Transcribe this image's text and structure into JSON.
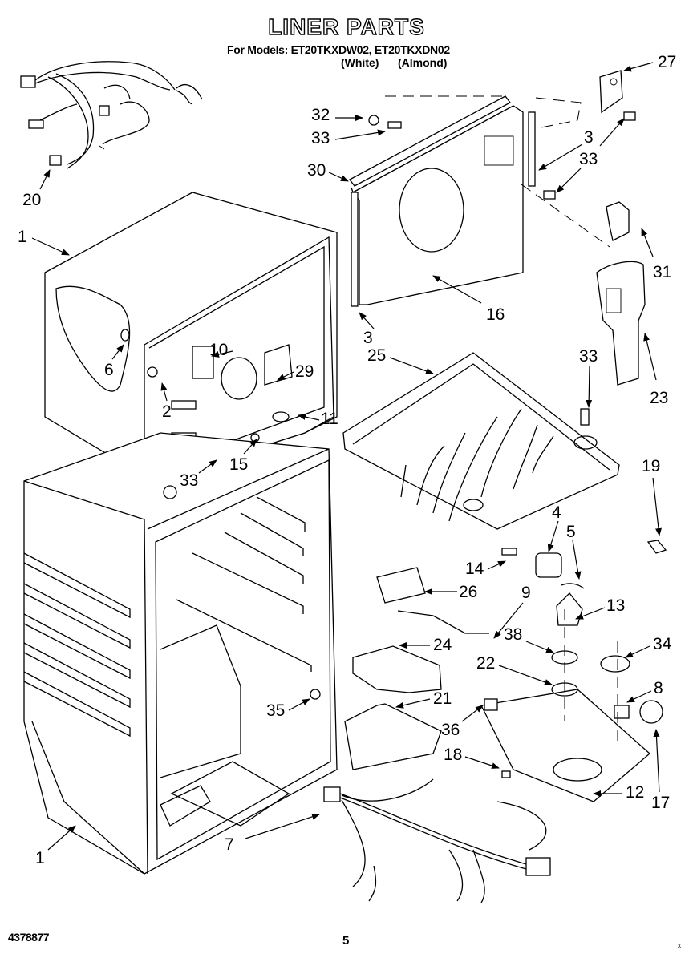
{
  "document": {
    "title": "LINER PARTS",
    "models_line": "For Models: ET20TKXDW02, ET20TKXDN02",
    "model_colors": [
      "(White)",
      "(Almond)"
    ],
    "footer_code": "4378877",
    "page_number": "5",
    "corner_mark": "x"
  },
  "callouts": [
    {
      "id": "c20",
      "label": "20"
    },
    {
      "id": "c32",
      "label": "32"
    },
    {
      "id": "c33a",
      "label": "33"
    },
    {
      "id": "c30",
      "label": "30"
    },
    {
      "id": "c27",
      "label": "27"
    },
    {
      "id": "c3a",
      "label": "3"
    },
    {
      "id": "c33b",
      "label": "33"
    },
    {
      "id": "c31",
      "label": "31"
    },
    {
      "id": "c1a",
      "label": "1"
    },
    {
      "id": "c16",
      "label": "16"
    },
    {
      "id": "c3b",
      "label": "3"
    },
    {
      "id": "c25",
      "label": "25"
    },
    {
      "id": "c23",
      "label": "23"
    },
    {
      "id": "c10",
      "label": "10"
    },
    {
      "id": "c6",
      "label": "6"
    },
    {
      "id": "c29",
      "label": "29"
    },
    {
      "id": "c33c",
      "label": "33"
    },
    {
      "id": "c2",
      "label": "2"
    },
    {
      "id": "c11",
      "label": "11"
    },
    {
      "id": "c15",
      "label": "15"
    },
    {
      "id": "c33d",
      "label": "33"
    },
    {
      "id": "c19",
      "label": "19"
    },
    {
      "id": "c4",
      "label": "4"
    },
    {
      "id": "c5",
      "label": "5"
    },
    {
      "id": "c14",
      "label": "14"
    },
    {
      "id": "c26",
      "label": "26"
    },
    {
      "id": "c9",
      "label": "9"
    },
    {
      "id": "c13",
      "label": "13"
    },
    {
      "id": "c38",
      "label": "38"
    },
    {
      "id": "c24",
      "label": "24"
    },
    {
      "id": "c34",
      "label": "34"
    },
    {
      "id": "c22",
      "label": "22"
    },
    {
      "id": "c21",
      "label": "21"
    },
    {
      "id": "c8",
      "label": "8"
    },
    {
      "id": "c35",
      "label": "35"
    },
    {
      "id": "c36",
      "label": "36"
    },
    {
      "id": "c18",
      "label": "18"
    },
    {
      "id": "c12",
      "label": "12"
    },
    {
      "id": "c17",
      "label": "17"
    },
    {
      "id": "c7",
      "label": "7"
    },
    {
      "id": "c1b",
      "label": "1"
    }
  ]
}
